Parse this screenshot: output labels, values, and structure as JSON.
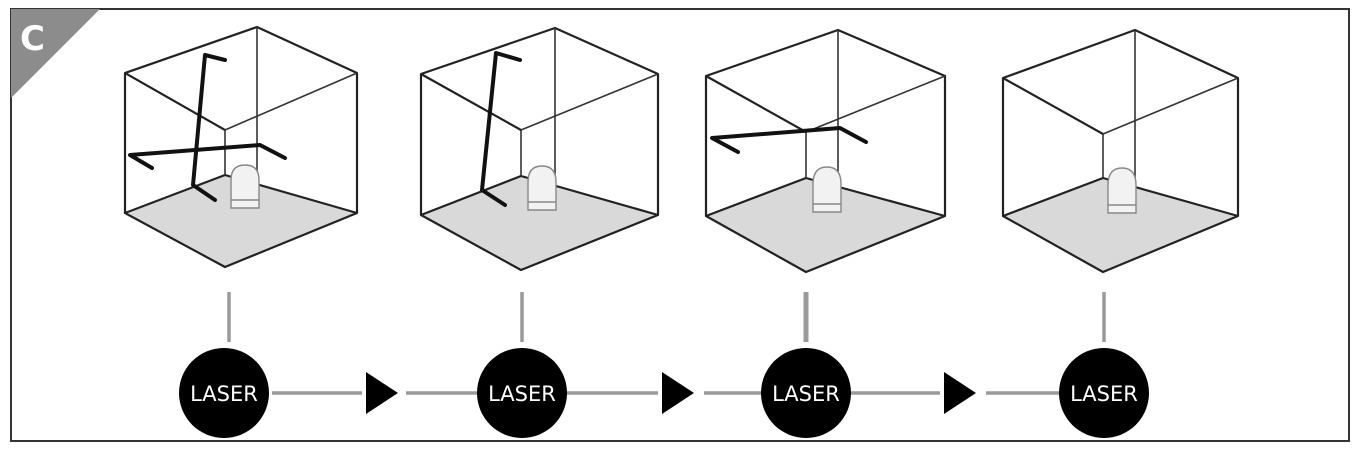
{
  "panel": {
    "label": "C",
    "label_color": "#ffffff",
    "corner_color": "#8c8c8c",
    "border_color": "#333333"
  },
  "steps": [
    {
      "button_label": "LASER",
      "lines": "cross"
    },
    {
      "button_label": "LASER",
      "lines": "vertical"
    },
    {
      "button_label": "LASER",
      "lines": "horizontal"
    },
    {
      "button_label": "LASER",
      "lines": "off"
    }
  ],
  "colors": {
    "button": "#000000",
    "floor": "#d9d9d9",
    "laser": "#111111",
    "connector": "#9a9a9a",
    "arrow": "#000000"
  },
  "icons": {
    "device": "laser-level-device-icon",
    "arrow": "arrow-right-icon"
  }
}
